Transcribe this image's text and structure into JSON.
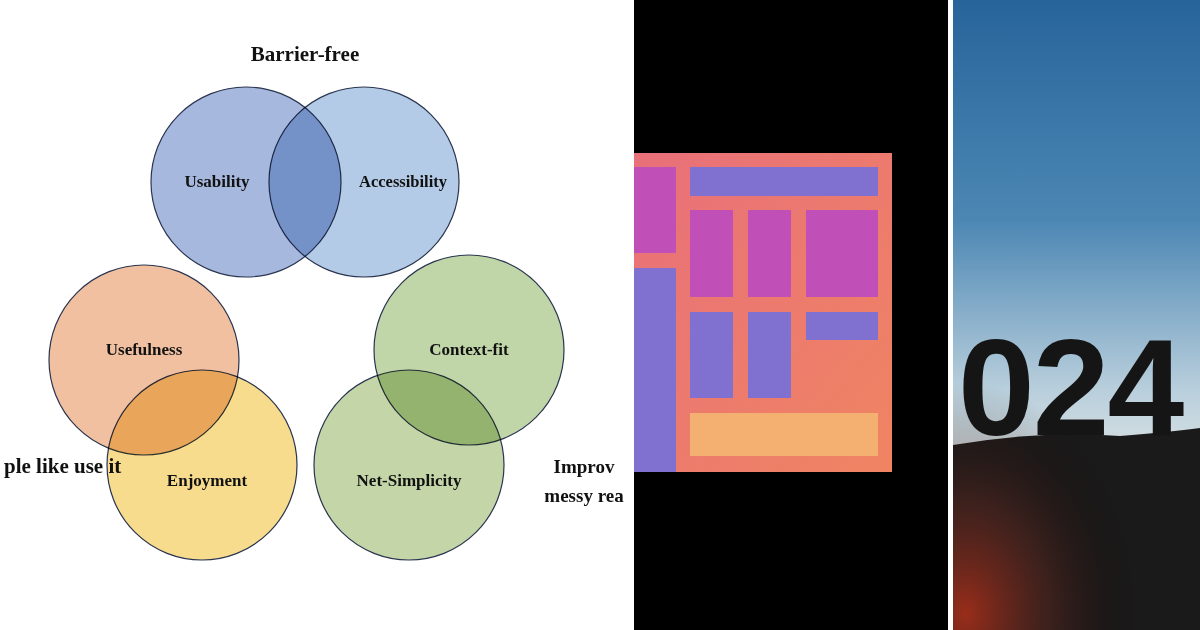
{
  "diagram": {
    "nodes": [
      {
        "text": [
          "Usability"
        ]
      },
      {
        "text": [
          "Accessibility"
        ]
      },
      {
        "text": [
          "Usefulness"
        ]
      },
      {
        "text": [
          "Enjoyment"
        ]
      },
      {
        "text": [
          "Context-fit"
        ]
      },
      {
        "text": [
          "Net-Simplicity"
        ]
      }
    ],
    "labels": [
      "Barrier-free",
      "ple like use it",
      "Improv messy rea",
      "024"
    ]
  }
}
